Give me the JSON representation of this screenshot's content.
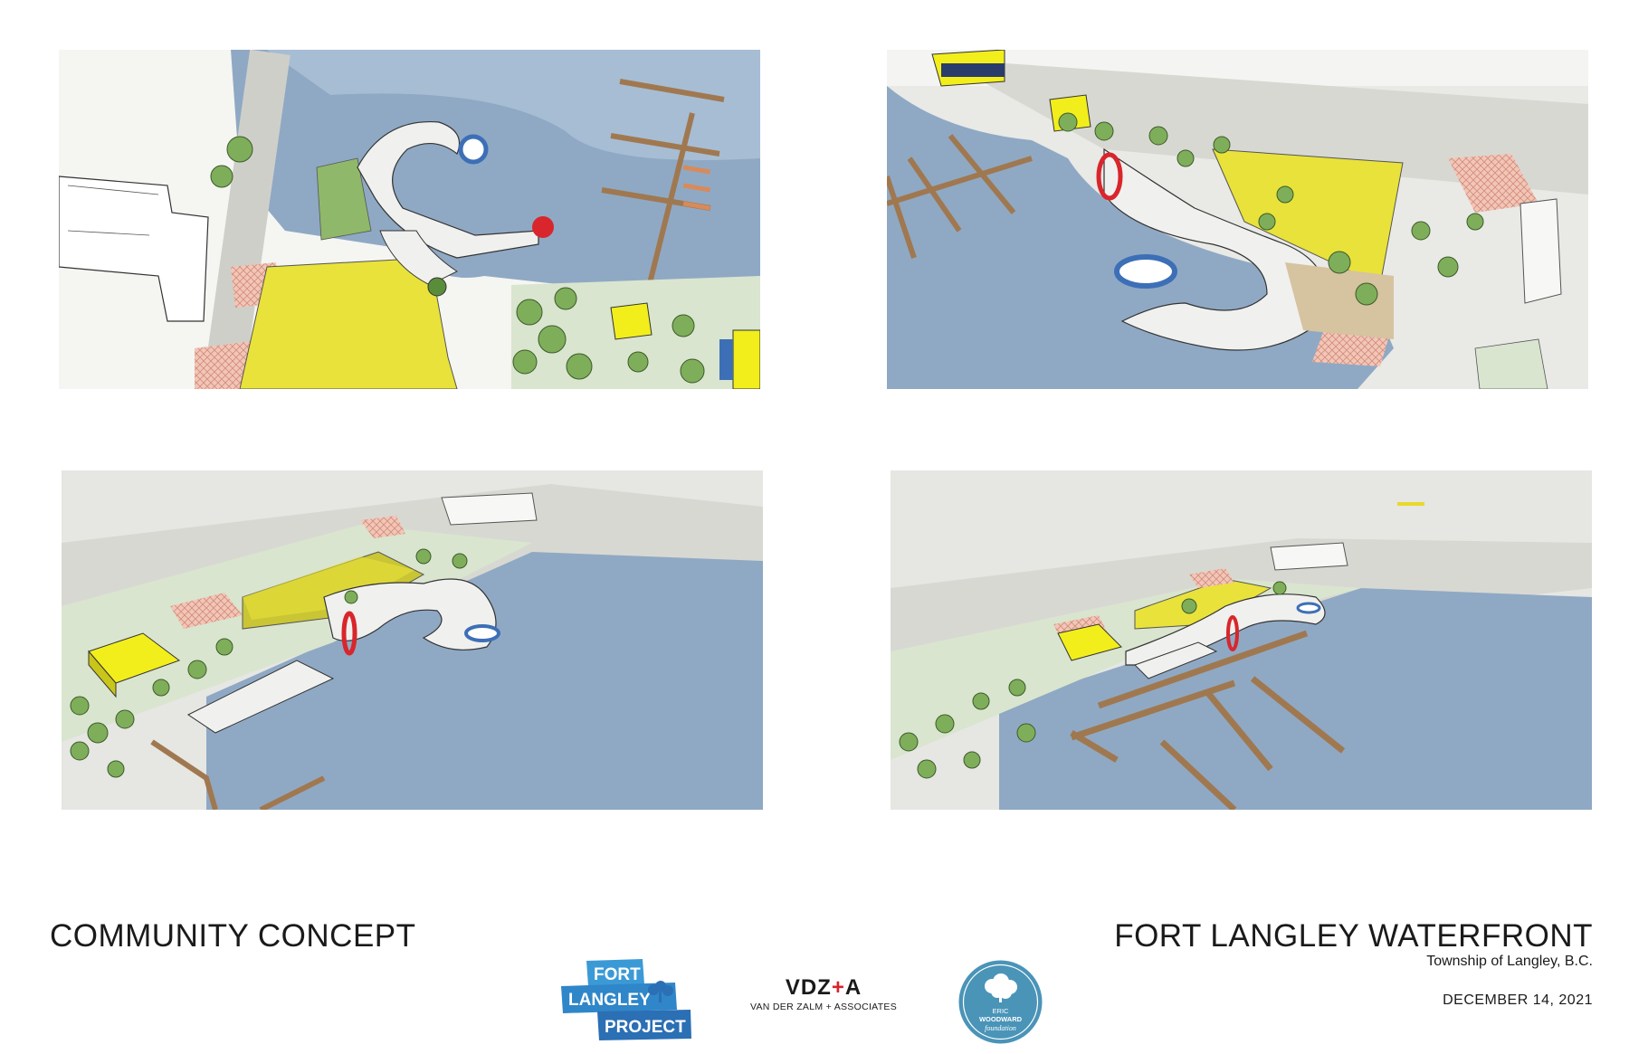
{
  "sheet": {
    "concept_title": "COMMUNITY CONCEPT",
    "project_title": "FORT LANGLEY WATERFRONT",
    "location": "Township of Langley, B.C.",
    "date": "DECEMBER 14, 2021"
  },
  "logos": {
    "fort_langley_project": {
      "line1": "FORT",
      "line2": "LANGLEY",
      "line3": "PROJECT"
    },
    "vdz": {
      "mark_left": "VDZ",
      "mark_plus": "+",
      "mark_right": "A",
      "subtitle": "VAN DER ZALM + ASSOCIATES"
    },
    "eric_woodward": {
      "line1": "ERIC",
      "line2": "WOODWARD",
      "line3": "foundation"
    }
  },
  "colors": {
    "water": "#8fa9c4",
    "lawn_yellow": "#e9e23a",
    "building_yellow": "#f2ee1c",
    "trees": "#7fae5a",
    "crosswalk": "#e9b3a4",
    "sculpture_red": "#d8262c",
    "fountain_blue": "#3d6fb6",
    "flp_blue": "#3b9ad6",
    "ewf_teal": "#4a94b8"
  },
  "views": [
    {
      "id": "plan-view"
    },
    {
      "id": "aerial-view-west"
    },
    {
      "id": "aerial-view-east"
    },
    {
      "id": "aerial-view-river"
    }
  ]
}
